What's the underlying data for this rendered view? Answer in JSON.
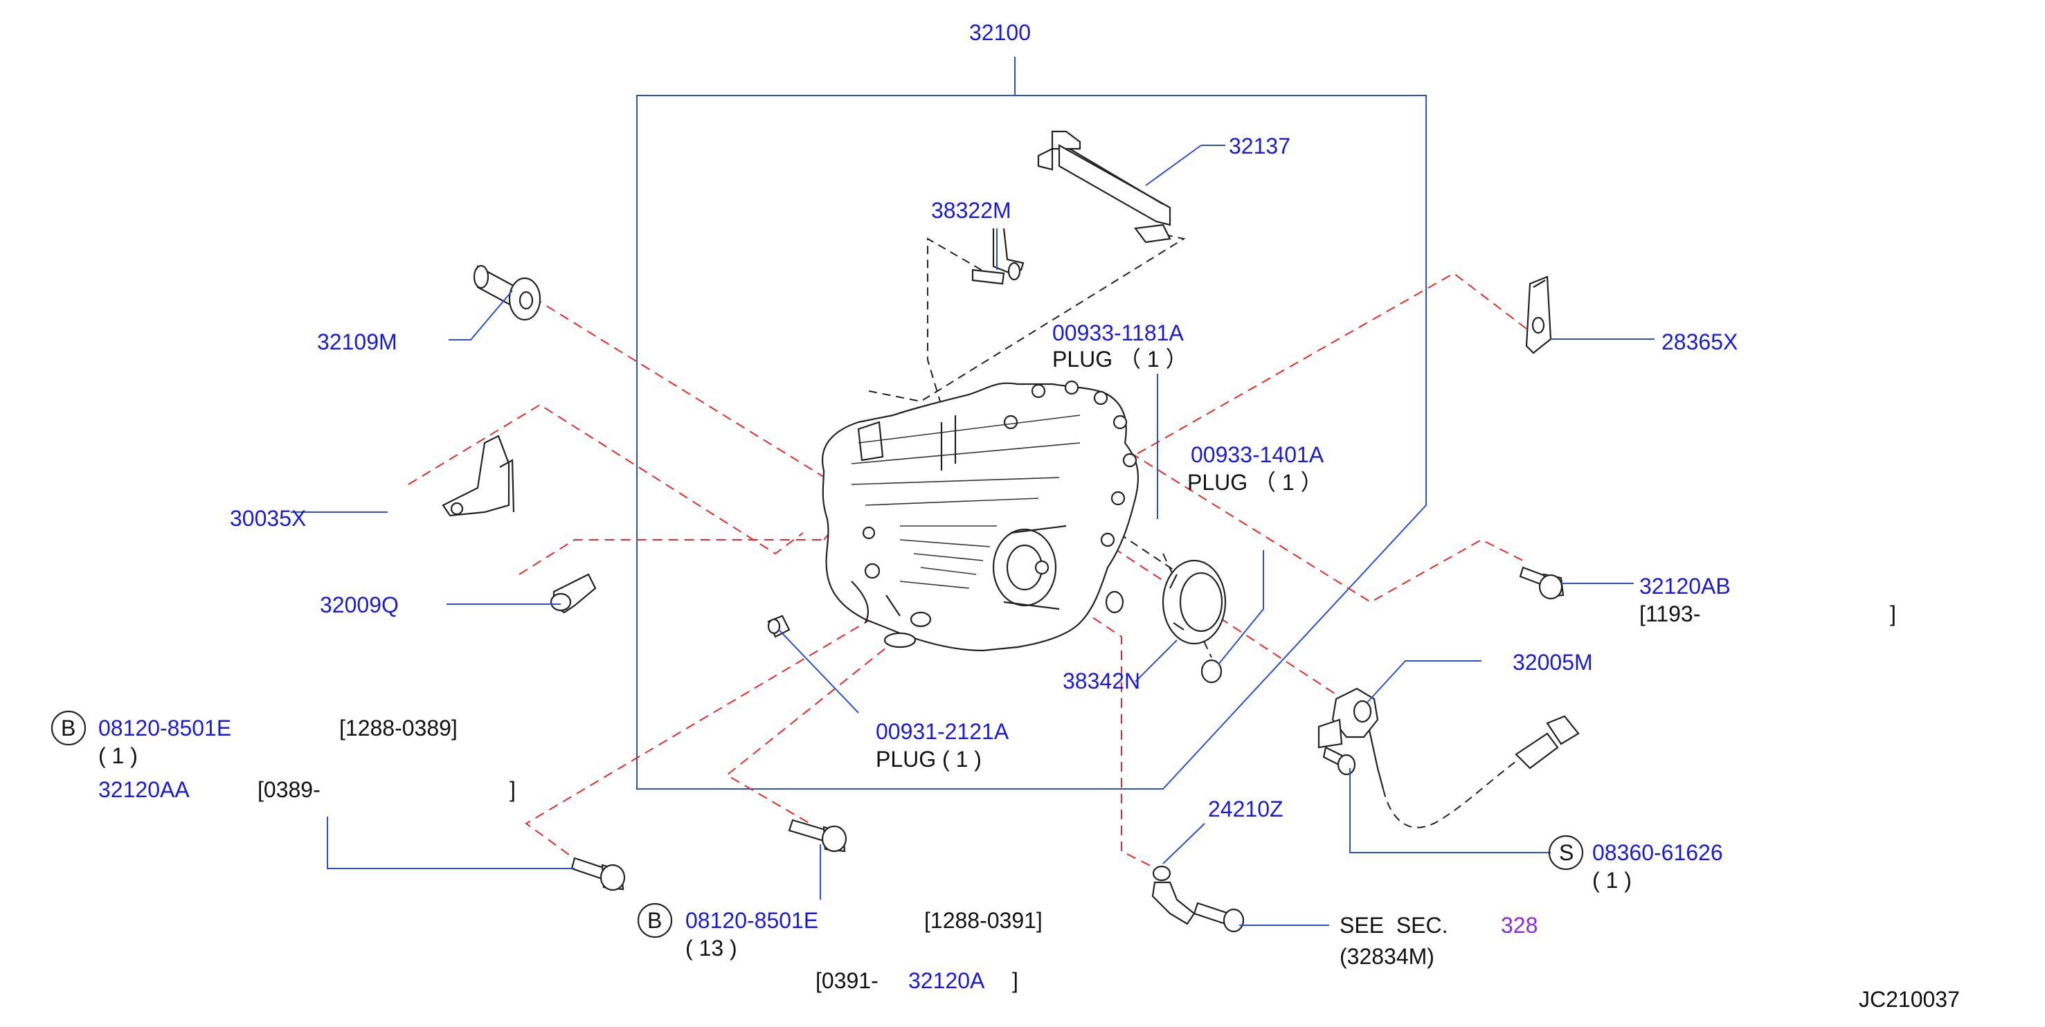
{
  "labels": {
    "assembly": "32100",
    "bracket_top": "32137",
    "breather": "38322M",
    "plug1_pn": "00933-1181A",
    "plug1_desc": "PLUG （ 1 ）",
    "side_seal": "32109M",
    "bracket_right": "28365X",
    "plug2_pn": "00933-1401A",
    "plug2_desc": "PLUG （ 1 ）",
    "bracket_left": "30035X",
    "clip": "32009Q",
    "bolt_right_pn": "32120AB",
    "bolt_right_date": "[1193-",
    "bolt_right_date_close": "]",
    "oil_seal": "38342N",
    "sensor": "32005M",
    "bolt_b1_mark": "B",
    "bolt_b1_pn": "08120-8501E",
    "bolt_b1_date": "[1288-0389]",
    "bolt_b1_qty": "( 1 )",
    "bolt_aa_pn": "32120AA",
    "bolt_aa_date": "[0389-",
    "bolt_aa_date_close": "]",
    "plug3_pn": "00931-2121A",
    "plug3_desc": "PLUG ( 1 )",
    "bracket_bottom": "24210Z",
    "screw_mark": "S",
    "screw_pn": "08360-61626",
    "screw_qty": "( 1 )",
    "bolt_b2_mark": "B",
    "bolt_b2_pn": "08120-8501E",
    "bolt_b2_date": "[1288-0391]",
    "bolt_b2_qty": "( 13 )",
    "bolt_a_prefix": "[0391-",
    "bolt_a_pn": "32120A",
    "bolt_a_close": "]",
    "see_sec": "SEE  SEC.",
    "see_sec_ref": "328",
    "see_sec_pn": "(32834M)",
    "diagram_id": "JC210037"
  },
  "colors": {
    "part_number": "#1a1ad6",
    "leader_line": "#2a4fd0",
    "phantom_line": "#e52a2a",
    "section_ref": "#8a2be2",
    "text": "#111111"
  }
}
